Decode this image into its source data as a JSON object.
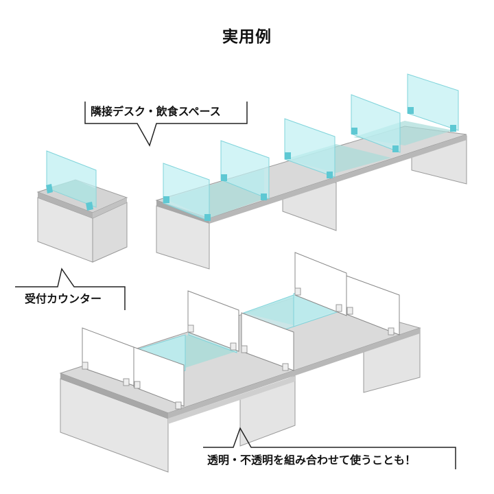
{
  "title": "実用例",
  "callouts": {
    "adjacent_desk": "隣接デスク・飲食スペース",
    "reception": "受付カウンター",
    "combination": "透明・不透明を組み合わせて使うことも！"
  },
  "colors": {
    "clear_panel": "#bfeff2",
    "clear_panel_edge": "#7fd3da",
    "bracket": "#5ec8d3",
    "desk_top": "#dcdcdc",
    "desk_edge": "#9c9c9c",
    "desk_side": "#e6e6e6",
    "shadow_area": "#a8dcd8",
    "opaque_panel": "#ffffff",
    "outline": "#888888"
  }
}
